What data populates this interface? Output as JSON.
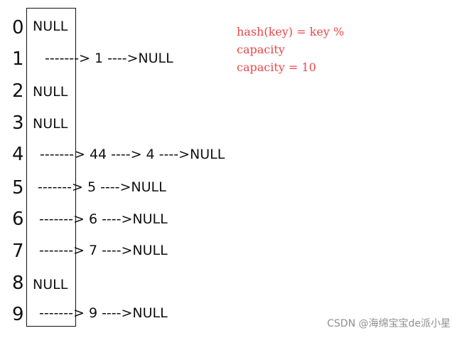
{
  "diagram": {
    "indices": [
      "0",
      "1",
      "2",
      "3",
      "4",
      "5",
      "6",
      "7",
      "8",
      "9"
    ],
    "bucket_nulls": [
      {
        "row": 0,
        "label": "NULL"
      },
      {
        "row": 2,
        "label": "NULL"
      },
      {
        "row": 3,
        "label": "NULL"
      },
      {
        "row": 8,
        "label": "NULL"
      }
    ],
    "chains": [
      {
        "row": 1,
        "text": "-------> 1 ---->NULL"
      },
      {
        "row": 4,
        "text": "-------> 44 ----> 4 ---->NULL"
      },
      {
        "row": 5,
        "text": "-------> 5 ---->NULL"
      },
      {
        "row": 6,
        "text": "-------> 6 ---->NULL"
      },
      {
        "row": 7,
        "text": "-------> 7 ---->NULL"
      },
      {
        "row": 9,
        "text": "-------> 9 ---->NULL"
      }
    ]
  },
  "formula": {
    "line1": "hash(key) = key %",
    "line2": "capacity",
    "line3": "capacity = 10",
    "color": "#e8474b"
  },
  "watermark": "CSDN @海绵宝宝de派小星"
}
